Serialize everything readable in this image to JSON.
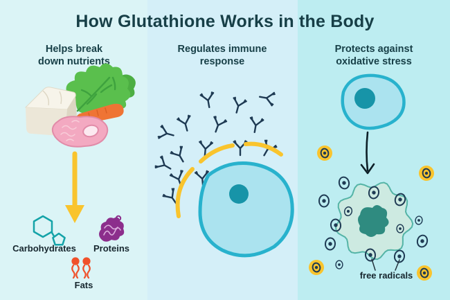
{
  "title": "How Glutathione Works in the Body",
  "colors": {
    "title_text": "#173f47",
    "label_text": "#16262e",
    "band_left": "#dbf4f6",
    "band_middle": "#d4eff8",
    "band_right": "#bdedf1",
    "accent_yellow": "#f9c42d",
    "cell_teal": "#28b2cd",
    "cell_fill": "#abe3ef",
    "nucleus": "#1794a8",
    "antibody_navy": "#1e3a53",
    "protein_purple": "#8c2e8c",
    "carb_teal": "#14a3a8",
    "fat_orange": "#f0512b",
    "damaged_fill": "#cdeae1",
    "damaged_stroke": "#54b4a6",
    "damaged_nucleus": "#2f8b80"
  },
  "panels": {
    "nutrients": {
      "heading": [
        "Helps break",
        "down nutrients"
      ],
      "labels": {
        "carbohydrates": "Carbohydrates",
        "proteins": "Proteins",
        "fats": "Fats"
      },
      "icons": [
        "cheese-block",
        "kale-leaf",
        "carrot",
        "ham-slice",
        "down-arrow",
        "carbohydrate-molecule",
        "protein-ribbon",
        "fat-lipid"
      ]
    },
    "immune": {
      "heading": [
        "Regulates immune",
        "response"
      ],
      "icons": [
        "antibody",
        "protective-arc",
        "cell"
      ]
    },
    "oxidative": {
      "heading": [
        "Protects against",
        "oxidative stress"
      ],
      "labels": {
        "free_radicals": "free radicals"
      },
      "icons": [
        "healthy-cell",
        "down-arrow",
        "damaged-cell",
        "free-radical",
        "highlighted-free-radical"
      ]
    }
  }
}
